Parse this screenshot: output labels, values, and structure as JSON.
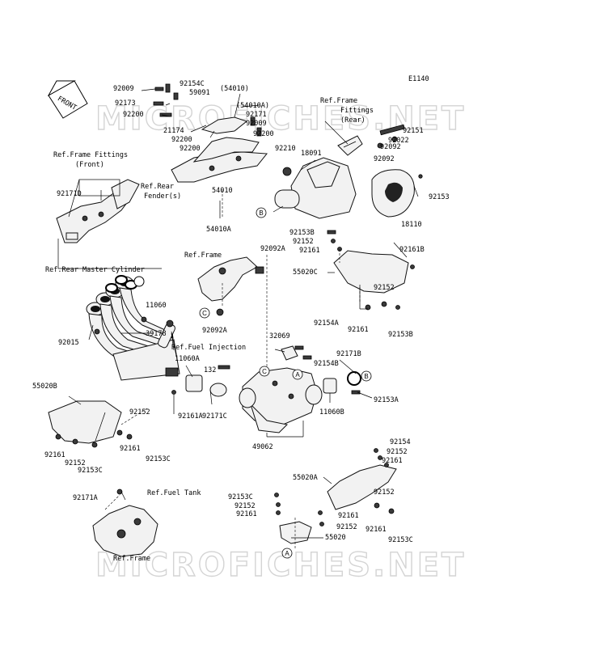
{
  "diagram_id": "E1140",
  "watermark": "MICROFICHES.NET",
  "front_arrow": "FRONT",
  "ref_labels": {
    "frame_fittings_front_1": "Ref.Frame Fittings",
    "frame_fittings_front_2": "(Front)",
    "rear_fender_1": "Ref.Rear",
    "rear_fender_2": "Fender(s)",
    "frame_fittings_rear_1": "Ref.Frame",
    "frame_fittings_rear_2": "Fittings",
    "frame_fittings_rear_3": "(Rear)",
    "rear_master_cylinder": "Ref.Rear Master Cylinder",
    "frame_mid": "Ref.Frame",
    "fuel_injection": "Ref.Fuel Injection",
    "fuel_tank": "Ref.Fuel Tank",
    "frame_bottom": "Ref.Frame"
  },
  "callouts": {
    "a": "A",
    "b": "B",
    "c": "C"
  },
  "part_labels": [
    "92009",
    "92154C",
    "(54010)",
    "59091",
    "92173",
    "(54010A)",
    "92200",
    "92171",
    "92009",
    "21174",
    "92200",
    "92200",
    "92200",
    "92210",
    "18091",
    "92151",
    "92022",
    "92092",
    "92092",
    "92171D",
    "54010",
    "92153",
    "18110",
    "54010A",
    "92153B",
    "92152",
    "92161",
    "92161B",
    "92092A",
    "55020C",
    "11060",
    "92152",
    "39178",
    "92015",
    "92161",
    "92153B",
    "92154A",
    "32069",
    "92171B",
    "11060A",
    "92154B",
    "132",
    "55020B",
    "11060B",
    "92153A",
    "92161A",
    "92171C",
    "92152",
    "92161",
    "92153C",
    "92161",
    "92152",
    "92153C",
    "49062",
    "92154",
    "92152",
    "92161",
    "55020A",
    "92171A",
    "92153C",
    "92152",
    "92152",
    "92161",
    "92161",
    "92152",
    "92161",
    "92153C",
    "55020",
    "92092A"
  ]
}
